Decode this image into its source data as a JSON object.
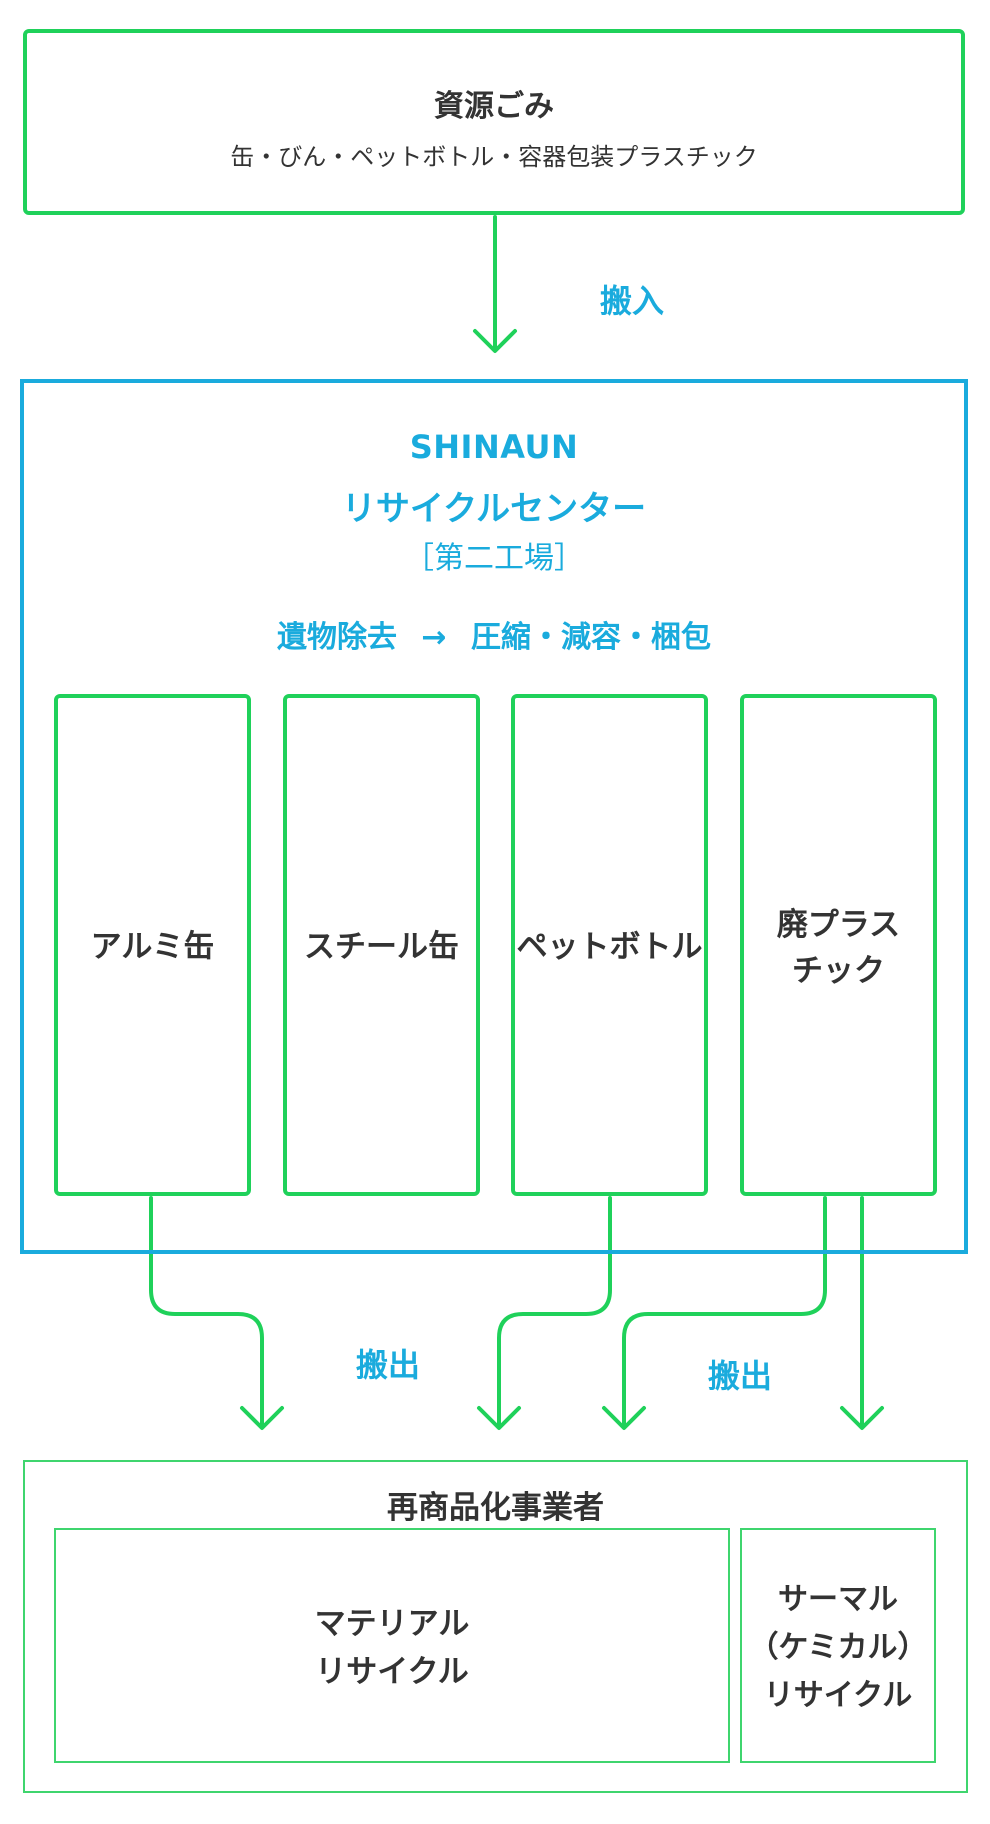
{
  "colors": {
    "green": "#1fd15a",
    "green_light": "#3fd56e",
    "blue": "#1aabdd",
    "text": "#333333",
    "background": "#ffffff"
  },
  "source": {
    "title": "資源ごみ",
    "subtitle": "缶・びん・ペットボトル・容器包装プラスチック"
  },
  "labels": {
    "inbound": "搬入",
    "outbound_left": "搬出",
    "outbound_right": "搬出"
  },
  "center": {
    "brand": "SHINAUN",
    "name": "リサイクルセンター",
    "factory": "［第二工場］",
    "process_left": "遺物除去",
    "process_arrow": "→",
    "process_right": "圧縮・減容・梱包"
  },
  "categories": [
    {
      "label": "アルミ缶"
    },
    {
      "label": "スチール缶"
    },
    {
      "label": "ペットボトル"
    },
    {
      "label": "廃プラス\nチック"
    }
  ],
  "destination": {
    "title": "再商品化事業者",
    "material": "マテリアル\nリサイクル",
    "thermal": "サーマル\n（ケミカル）\nリサイクル"
  }
}
